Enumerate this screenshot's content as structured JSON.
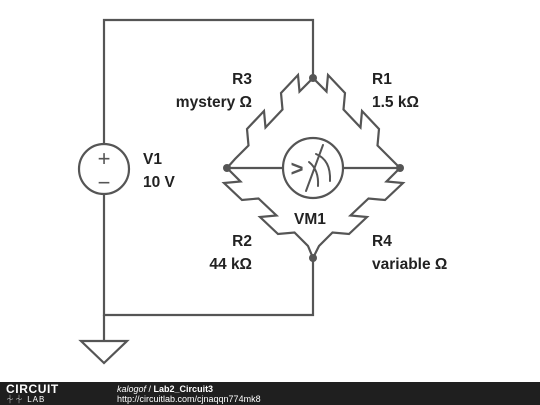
{
  "circuit": {
    "source": {
      "name": "V1",
      "value": "10 V",
      "plus": "+",
      "minus": "−"
    },
    "meter": {
      "name": "VM1",
      "glyph": ">"
    },
    "r1": {
      "name": "R1",
      "value": "1.5 kΩ"
    },
    "r2": {
      "name": "R2",
      "value": "44 kΩ"
    },
    "r3": {
      "name": "R3",
      "value": "mystery Ω"
    },
    "r4": {
      "name": "R4",
      "value": "variable Ω"
    }
  },
  "footer": {
    "logo_top": "CIRCUIT",
    "logo_bottom": "LAB",
    "author": "kalogof",
    "separator": " / ",
    "title": "Lab2_Circuit3",
    "url": "http://circuitlab.com/cjnaqqn774mk8"
  },
  "colors": {
    "wire": "#555555",
    "text": "#222222",
    "footer_bg": "#1f1f1f"
  }
}
